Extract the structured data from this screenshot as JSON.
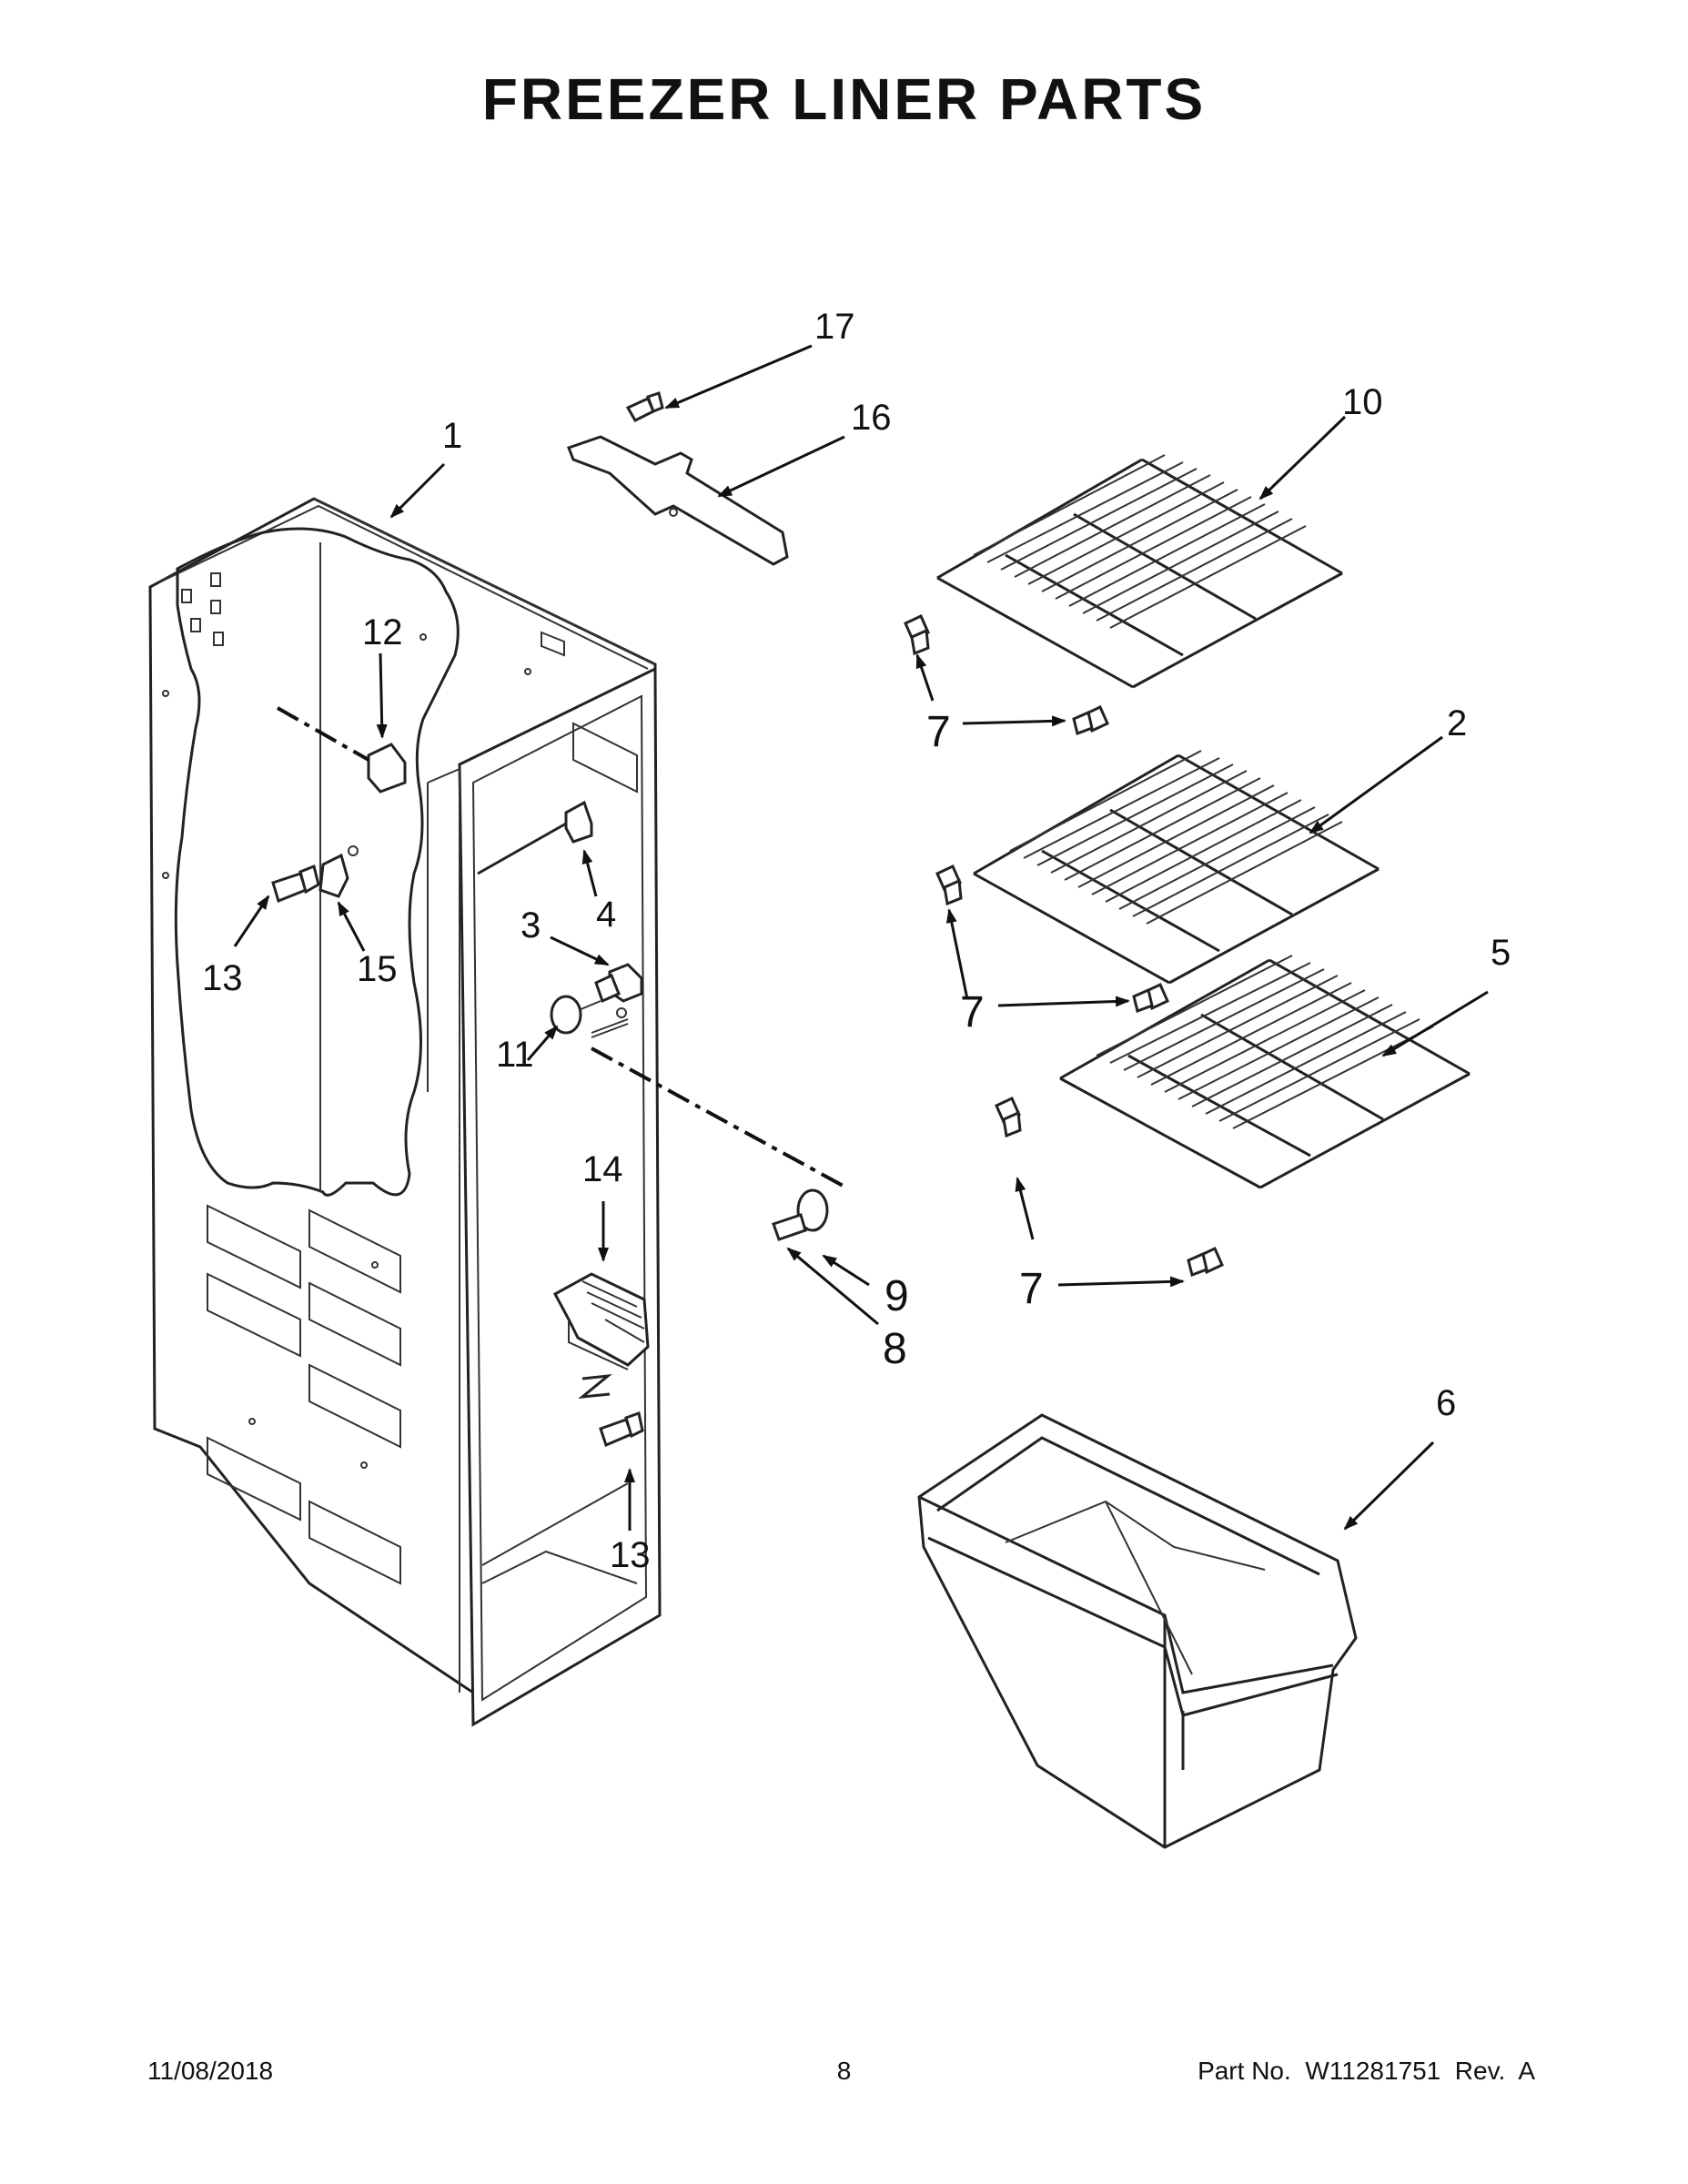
{
  "title": "FREEZER LINER PARTS",
  "footer": {
    "date": "11/08/2018",
    "page": "8",
    "part_no": "Part No.  W11281751  Rev.  A"
  },
  "callouts": {
    "c1": "1",
    "c2": "2",
    "c3": "3",
    "c4": "4",
    "c5": "5",
    "c6": "6",
    "c7a": "7",
    "c7b": "7",
    "c7c": "7",
    "c8": "8",
    "c9": "9",
    "c10": "10",
    "c11": "11",
    "c12": "12",
    "c13a": "13",
    "c13b": "13",
    "c14": "14",
    "c15": "15",
    "c16": "16",
    "c17": "17"
  }
}
